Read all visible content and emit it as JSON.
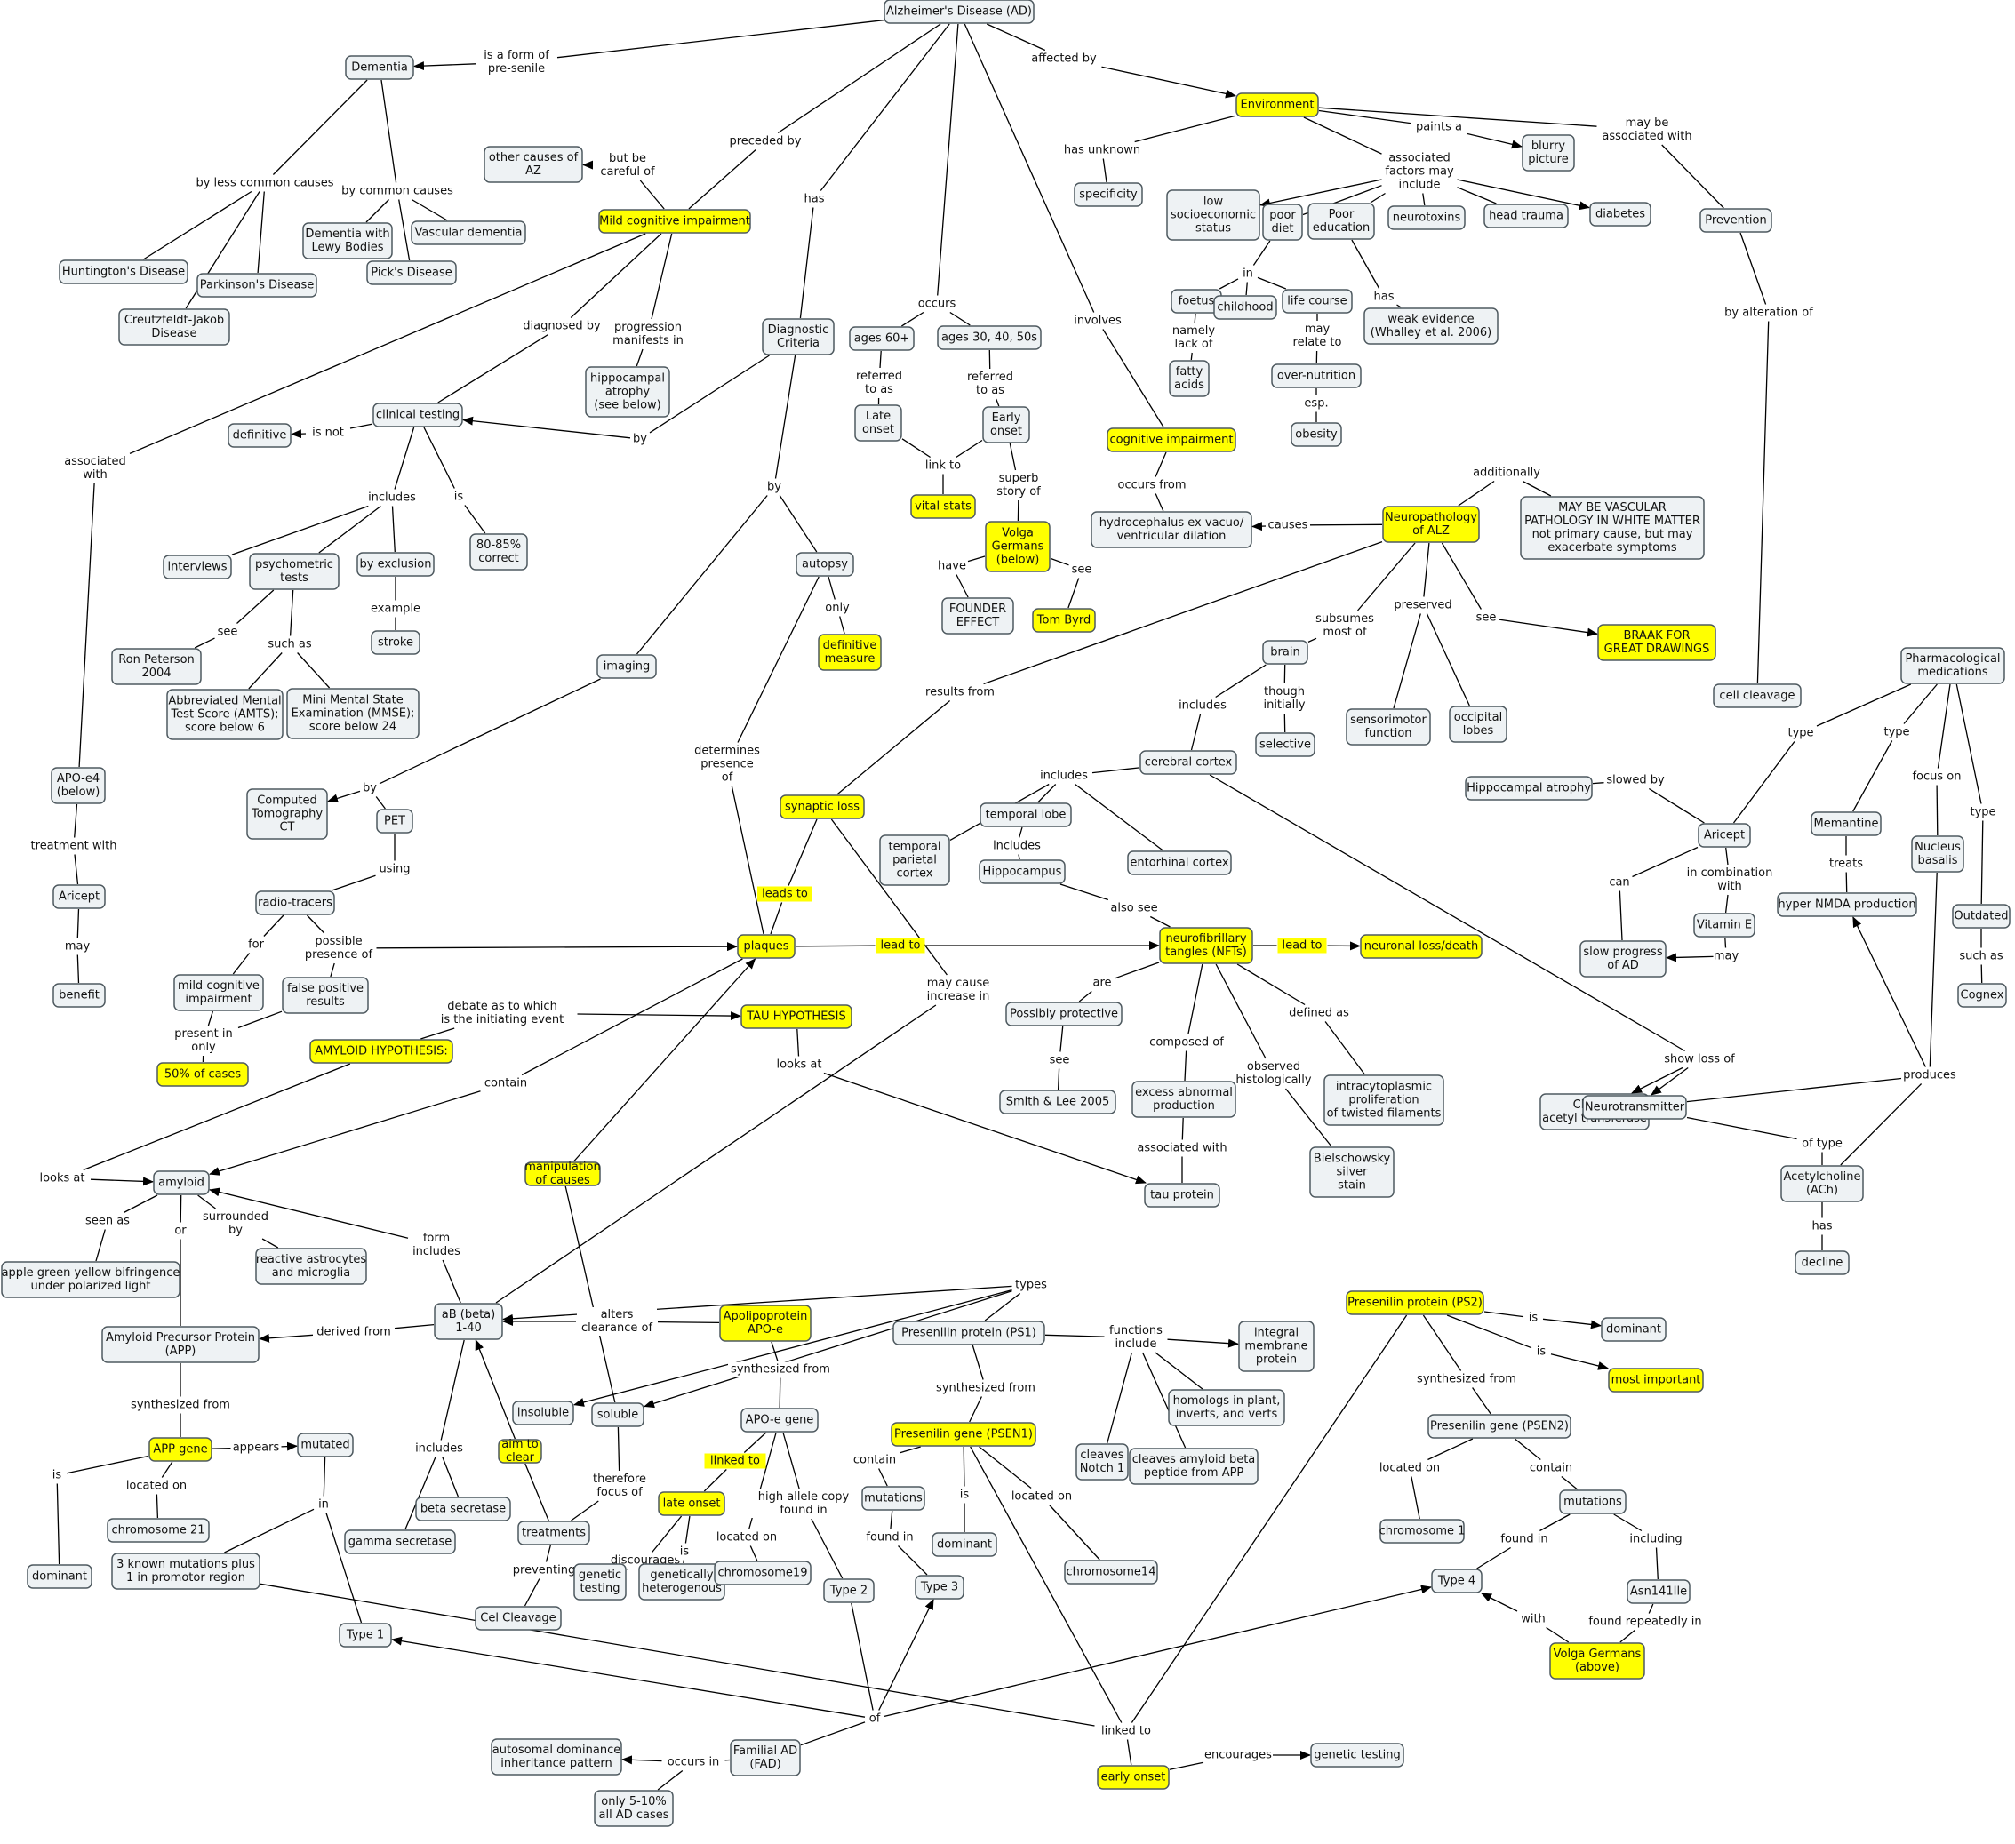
{
  "colors": {
    "concept": "#eef2f4",
    "highlight": "#ffff00",
    "border": "#4f5a60",
    "line": "#000000"
  },
  "concepts": {
    "ad": "Alzheimer's Disease (AD)",
    "dementia": "Dementia",
    "huntington": "Huntington's Disease",
    "parkinson": "Parkinson's Disease",
    "cjd": "Creutzfeldt-Jakob\nDisease",
    "lewy": "Dementia with\nLewy Bodies",
    "vascular": "Vascular dementia",
    "pick": "Pick's Disease",
    "other_causes": "other causes of\nAZ",
    "mci": "Mild cognitive impairment",
    "hippo_atrophy": "hippocampal\natrophy\n(see below)",
    "clinical": "clinical testing",
    "definitive": "definitive",
    "interviews": "interviews",
    "psychometric": "psychometric\ntests",
    "exclusion": "by exclusion",
    "pct": "80-85%\ncorrect",
    "stroke": "stroke",
    "peterson": "Ron Peterson\n2004",
    "amts": "Abbreviated Mental\nTest Score (AMTS);\nscore below 6",
    "mmse": "Mini Mental State\nExamination (MMSE);\nscore below 24",
    "diag": "Diagnostic\nCriteria",
    "autopsy": "autopsy",
    "def_measure": "definitive\nmeasure",
    "imaging": "imaging",
    "ct": "Computed\nTomography\nCT",
    "pet": "PET",
    "radio": "radio-tracers",
    "mci2": "mild cognitive\nimpairment",
    "falsepos": "false positive\nresults",
    "fifty": "50% of cases",
    "apoe4": "APO-e4\n(below)",
    "aricept_l": "Aricept",
    "benefit": "benefit",
    "ages60": "ages 60+",
    "ages30": "ages 30, 40, 50s",
    "late": "Late\nonset",
    "early": "Early\nonset",
    "vital": "vital stats",
    "volga": "Volga\nGermans\n(below)",
    "founder": "FOUNDER\nEFFECT",
    "tombyrd": "Tom Byrd",
    "cog_imp": "cognitive impairment",
    "hydro": "hydrocephalus ex vacuo/\nventricular dilation",
    "env": "Environment",
    "specificity": "specificity",
    "blurry": "blurry\npicture",
    "lowses": "low\nsocioeconomic\nstatus",
    "poordiet": "poor\ndiet",
    "pooredu": "Poor\neducation",
    "neurotox": "neurotoxins",
    "headtrauma": "head trauma",
    "diabetes": "diabetes",
    "foetus": "foetus",
    "childhood": "childhood",
    "lifecourse": "life course",
    "weak": "weak evidence\n(Whalley et al. 2006)",
    "fatty": "fatty\nacids",
    "overnut": "over-nutrition",
    "obesity": "obesity",
    "prevention": "Prevention",
    "cellcleav": "cell cleavage",
    "neuropath": "Neuropathology\nof ALZ",
    "vascpath": "MAY BE VASCULAR\nPATHOLOGY IN WHITE MATTER\nnot primary cause, but may\nexacerbate symptoms",
    "braak": "BRAAK FOR\nGREAT DRAWINGS",
    "brain": "brain",
    "selective": "selective",
    "sensorimotor": "sensorimotor\nfunction",
    "occipital": "occipital\nlobes",
    "cortex": "cerebral cortex",
    "temporal": "temporal lobe",
    "tpc": "temporal\nparietal\ncortex",
    "hippocampus": "Hippocampus",
    "entorhinal": "entorhinal cortex",
    "synaptic": "synaptic loss",
    "plaques": "plaques",
    "nft": "neurofibrillary\ntangles (NFTs)",
    "neuronloss": "neuronal loss/death",
    "protective": "Possibly protective",
    "smithlee": "Smith & Lee 2005",
    "excess": "excess abnormal\nproduction",
    "tau": "tau protein",
    "bielschowsky": "Bielschowsky\nsilver\nstain",
    "intracyt": "intracytoplasmic\nproliferation\nof twisted filaments",
    "tauhyp": "TAU HYPOTHESIS",
    "amyhyp": "AMYLOID HYPOTHESIS:",
    "amyloid": "amyloid",
    "applegreen": "apple green yellow bifringence\nunder polarized light",
    "astro": "reactive astrocytes\nand microglia",
    "appp": "Amyloid Precursor Protein\n(APP)",
    "ab": "aB (beta)\n1-40",
    "apogene": "APP gene",
    "mutated": "mutated",
    "dominant_l": "dominant",
    "chr21": "chromosome 21",
    "threemut": "3 known mutations plus\n1 in promotor region",
    "type1": "Type 1",
    "gamma": "gamma secretase",
    "betasec": "beta secretase",
    "manip": "manipulation\nof causes",
    "aimclear": "aim to\nclear",
    "insoluble": "insoluble",
    "soluble": "soluble",
    "treatments": "treatments",
    "celcleav": "Cel Cleavage",
    "apolipo": "Apolipoprotein\nAPO-e",
    "apoegene": "APO-e gene",
    "lateonset": "late onset",
    "gentest": "genetic\ntesting",
    "genhet": "genetically\nheterogenous",
    "chr19": "chromosome19",
    "type2": "Type 2",
    "ps1": "Presenilin protein (PS1)",
    "psen1": "Presenilin gene (PSEN1)",
    "mutations1": "mutations",
    "type3": "Type 3",
    "dominant_c": "dominant",
    "chr14": "chromosome14",
    "integral": "integral\nmembrane\nprotein",
    "homologs": "homologs in plant,\ninverts, and verts",
    "notch": "cleaves\nNotch 1",
    "cleavesab": "cleaves amyloid beta\npeptide from APP",
    "ps2": "Presenilin protein (PS2)",
    "dominant_r": "dominant",
    "mostimp": "most important",
    "psen2": "Presenilin gene (PSEN2)",
    "chr1": "chromosome 1",
    "mutations2": "mutations",
    "type4": "Type 4",
    "asn": "Asn141Ile",
    "volga2": "Volga Germans\n(above)",
    "fad": "Familial AD\n(FAD)",
    "autosomal": "autosomal dominance\ninheritance pattern",
    "fivepct": "only 5-10%\nall AD cases",
    "earlyonset": "early onset",
    "gentest2": "genetic testing",
    "pharma": "Pharmacological\nmedications",
    "hippoatrophy2": "Hippocampal atrophy",
    "aricept_r": "Aricept",
    "memantine": "Memantine",
    "nucleus": "Nucleus\nbasalis",
    "outdated": "Outdated",
    "nmda": "hyper NMDA production",
    "vitamine": "Vitamin E",
    "slowprog": "slow progress\nof AD",
    "cognex": "Cognex",
    "choline": "Choline\nacetyl transferase",
    "neurotrans": "Neurotransmitter",
    "ach": "Acetylcholine\n(ACh)",
    "decline": "decline"
  },
  "links": {
    "isform": "is a form of\npre-senile",
    "affected": "affected by",
    "precededby": "preceded by",
    "has": "has",
    "occurs": "occurs",
    "involves": "involves",
    "lesscommon": "by less common causes",
    "common": "by common causes",
    "butcareful": "but be\ncareful of",
    "diagnosed": "diagnosed by",
    "progression": "progression\nmanifests in",
    "assocwith": "associated\nwith",
    "isnot": "is not",
    "includes_ct": "includes",
    "is_pct": "is",
    "see_pet": "see",
    "suchas": "such as",
    "example": "example",
    "by_diag": "by",
    "by_diag2": "by",
    "only": "only",
    "by_img": "by",
    "using": "using",
    "for": "for",
    "possible": "possible\npresence of",
    "presentonly": "present in\nonly",
    "treatwith": "treatment with",
    "may_l": "may",
    "ref60": "referred\nto as",
    "ref30": "referred\nto as",
    "linkto": "link to",
    "superb": "superb\nstory of",
    "have": "have",
    "see_tb": "see",
    "occursfrom": "occurs from",
    "causes": "causes",
    "additionally": "additionally",
    "unknown": "has unknown",
    "paints": "paints a",
    "assocfactors": "associated\nfactors may\ninclude",
    "mayassoc": "may be\nassociated with",
    "in_diet": "in",
    "namely": "namely\nlack of",
    "mayrelate": "may\nrelate to",
    "esp": "esp.",
    "has_edu": "has",
    "byalter": "by alteration of",
    "subsumes": "subsumes\nmost of",
    "preserved": "preserved",
    "see_braak": "see",
    "includes_brain": "includes",
    "though": "though\ninitially",
    "includes_cortex": "includes",
    "includes_tl": "includes",
    "alsosee": "also see",
    "resultsfrom": "results from",
    "leadsto": "leads to",
    "leadto_pl": "lead to",
    "leadto_nft": "lead to",
    "determines": "determines\npresence\nof",
    "maycause": "may cause\nincrease in",
    "are": "are",
    "see_smith": "see",
    "composedof": "composed of",
    "assocwith2": "associated with",
    "observed": "observed\nhistologically",
    "definedas": "defined as",
    "debate": "debate as to which\nis the initiating event",
    "looksat_tau": "looks at",
    "looksat_amy": "looks at",
    "contain": "contain",
    "seenas": "seen as",
    "or": "or",
    "surrounded": "surrounded\nby",
    "formincl": "form\nincludes",
    "derived": "derived from",
    "synthfrom_app": "synthesized from",
    "appears": "appears",
    "is_app": "is",
    "locon_app": "located on",
    "in_mut": "in",
    "includes_ab": "includes",
    "alters": "alters\nclearance of",
    "types": "types",
    "synthfrom_apo": "synthesized from",
    "linkedto_apo": "linked to",
    "discourages": "discourages",
    "is_late": "is",
    "locon_apo": "located on",
    "highallele": "high allele copy\nfound in",
    "therefore": "therefore\nfocus of",
    "preventing": "preventing",
    "functions": "functions\ninclude",
    "synthfrom_ps1": "synthesized from",
    "contain_psen1": "contain",
    "foundin_1": "found in",
    "is_psen1": "is",
    "locon_psen1": "located on",
    "is_ps2a": "is",
    "is_ps2b": "is",
    "synthfrom_ps2": "synthesized from",
    "locon_psen2": "located on",
    "contain_psen2": "contain",
    "foundin_2": "found in",
    "including": "including",
    "foundrep": "found repeatedly in",
    "with": "with",
    "of": "of",
    "occursin": "occurs in",
    "linkedto_eo": "linked to",
    "encourages": "encourages",
    "type_a": "type",
    "type_m": "type",
    "focus": "focus on",
    "type_o": "type",
    "slowedby": "slowed by",
    "can": "can",
    "incomb": "in combination\nwith",
    "may_v": "may",
    "treats": "treats",
    "suchas_c": "such as",
    "produces": "produces",
    "showloss": "show loss of",
    "oftype": "of type",
    "has_ach": "has"
  }
}
